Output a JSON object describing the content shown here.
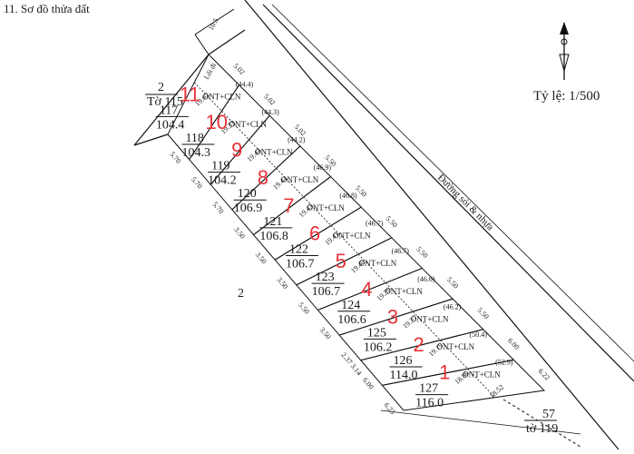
{
  "header": {
    "title": "11. Sơ đồ thửa đất"
  },
  "scale": {
    "label": "Tỷ lệ: 1/500"
  },
  "north_arrow": {
    "icon": "north-arrow-icon"
  },
  "road": {
    "label": "Đường sỏi & nhựa"
  },
  "outer_labels": {
    "sheet_num": "2",
    "sheet_label": "Tờ 115",
    "center_label": "2",
    "bottom_num": "57",
    "bottom_label": "tờ 119",
    "loi_di": "Lối đi",
    "top_dim": "10.5"
  },
  "lots": [
    {
      "marker": "11",
      "id": "117",
      "area": "104.4",
      "use": "ONT+CLN",
      "front": "(44.4)",
      "depth": "19.62"
    },
    {
      "marker": "10",
      "id": "118",
      "area": "104.3",
      "use": "ONT+CLN",
      "front": "(44.3)",
      "depth": "19.53"
    },
    {
      "marker": "9",
      "id": "119",
      "area": "104.2",
      "use": "ONT+CLN",
      "front": "(44.2)",
      "depth": "19.44"
    },
    {
      "marker": "8",
      "id": "120",
      "area": "106.9",
      "use": "ONT+CLN",
      "front": "(46.9)",
      "depth": "19.44"
    },
    {
      "marker": "7",
      "id": "121",
      "area": "106.8",
      "use": "ONT+CLN",
      "front": "(46.8)",
      "depth": "19.43"
    },
    {
      "marker": "6",
      "id": "122",
      "area": "106.7",
      "use": "ONT+CLN",
      "front": "(46.7)",
      "depth": "19.41"
    },
    {
      "marker": "5",
      "id": "123",
      "area": "106.7",
      "use": "ONT+CLN",
      "front": "(46.7)",
      "depth": "19.40"
    },
    {
      "marker": "4",
      "id": "124",
      "area": "106.6",
      "use": "ONT+CLN",
      "front": "(46.6)",
      "depth": "19.39"
    },
    {
      "marker": "3",
      "id": "125",
      "area": "106.2",
      "use": "ONT+CLN",
      "front": "(46.2)",
      "depth": "19.37"
    },
    {
      "marker": "2",
      "id": "126",
      "area": "114.0",
      "use": "ONT+CLN",
      "front": "(50.4)",
      "depth": "19.19"
    },
    {
      "marker": "1",
      "id": "127",
      "area": "116.0",
      "use": "ONT+CLN",
      "front": "(52.9)",
      "depth": "18.86"
    }
  ],
  "edge_dims": {
    "road_side": [
      "5.02",
      "5.02",
      "5.02",
      "5.50",
      "5.50",
      "5.50",
      "5.50",
      "5.50",
      "5.50",
      "6.00",
      "6.22"
    ],
    "back_side": [
      "5.70",
      "5.70",
      "5.70",
      "3.50",
      "3.50",
      "3.50",
      "5.50",
      "3.50",
      "2.37 3.14",
      "6.00",
      "6.23"
    ],
    "last_depth": "18.52"
  }
}
